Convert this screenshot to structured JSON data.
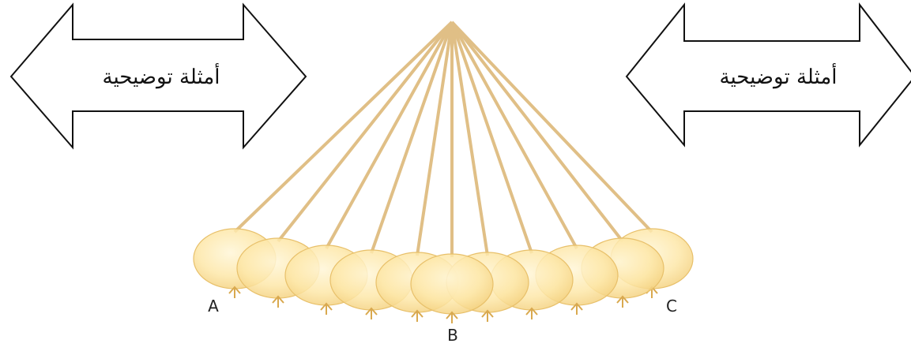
{
  "arrows": {
    "left": {
      "label": "أمثلة توضيحية"
    },
    "right": {
      "label": "أمثلة توضيحية"
    }
  },
  "pendulum": {
    "point_labels": {
      "left": "A",
      "center": "B",
      "right": "C"
    },
    "string_color": "#e0bf86",
    "bob_color": "#fbe3a2",
    "bob_edge_color": "#e8c06a"
  }
}
